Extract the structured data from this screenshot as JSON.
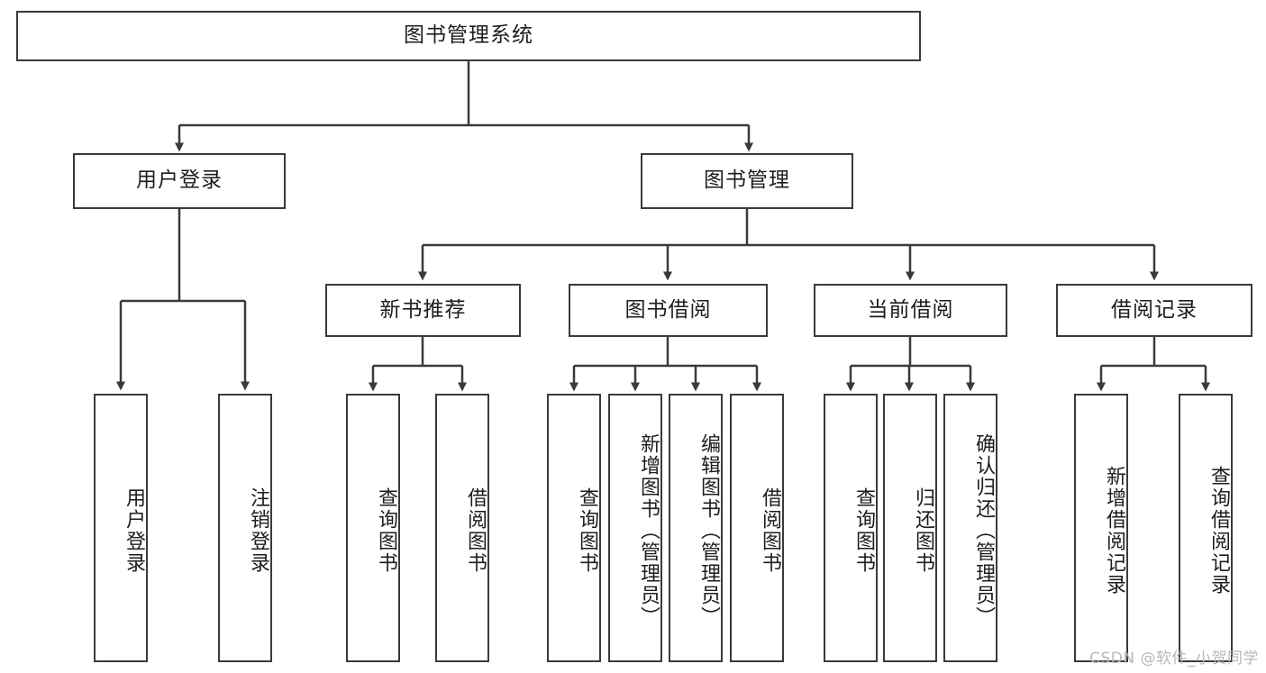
{
  "diagram": {
    "title_node": {
      "id": "root",
      "label": "图书管理系统"
    },
    "level2": [
      {
        "id": "user-login",
        "label": "用户登录"
      },
      {
        "id": "book-management",
        "label": "图书管理"
      }
    ],
    "level3": [
      {
        "id": "new-book-recommend",
        "label": "新书推荐"
      },
      {
        "id": "book-borrow",
        "label": "图书借阅"
      },
      {
        "id": "current-borrow",
        "label": "当前借阅"
      },
      {
        "id": "borrow-record",
        "label": "借阅记录"
      }
    ],
    "leaves": {
      "user_login": [
        {
          "id": "leaf-user-login",
          "label": "用户登录"
        },
        {
          "id": "leaf-logout-login",
          "label": "注销登录"
        }
      ],
      "new_book_recommend": [
        {
          "id": "leaf-query-book-1",
          "label": "查询图书"
        },
        {
          "id": "leaf-borrow-book-1",
          "label": "借阅图书"
        }
      ],
      "book_borrow": [
        {
          "id": "leaf-query-book-2",
          "label": "查询图书"
        },
        {
          "id": "leaf-add-book",
          "label": "新增图书（管理员）"
        },
        {
          "id": "leaf-edit-book",
          "label": "编辑图书（管理员）"
        },
        {
          "id": "leaf-borrow-book-2",
          "label": "借阅图书"
        }
      ],
      "current_borrow": [
        {
          "id": "leaf-query-book-3",
          "label": "查询图书"
        },
        {
          "id": "leaf-return-book",
          "label": "归还图书"
        },
        {
          "id": "leaf-confirm-return",
          "label": "确认归还（管理员）"
        }
      ],
      "borrow_record": [
        {
          "id": "leaf-add-borrow-record",
          "label": "新增借阅记录"
        },
        {
          "id": "leaf-query-borrow-record",
          "label": "查询借阅记录"
        }
      ]
    }
  },
  "watermark": {
    "text": "CSDN @软件_小贺同学"
  },
  "colors": {
    "stroke": "#3a3a3a",
    "fill": "#ffffff",
    "text": "#1d1d1d",
    "watermark": "#b8b8b8"
  }
}
